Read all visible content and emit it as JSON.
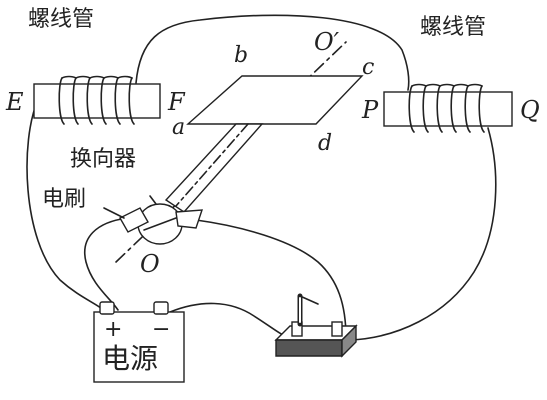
{
  "labels": {
    "solenoid_left": "螺线管",
    "solenoid_right": "螺线管",
    "commutator": "换向器",
    "brush": "电刷",
    "power_supply": "电源",
    "plus": "+",
    "minus": "−",
    "E": "E",
    "F": "F",
    "P": "P",
    "Q": "Q",
    "a": "a",
    "b": "b",
    "c": "c",
    "d": "d",
    "O": "O",
    "O_prime": "O′"
  }
}
